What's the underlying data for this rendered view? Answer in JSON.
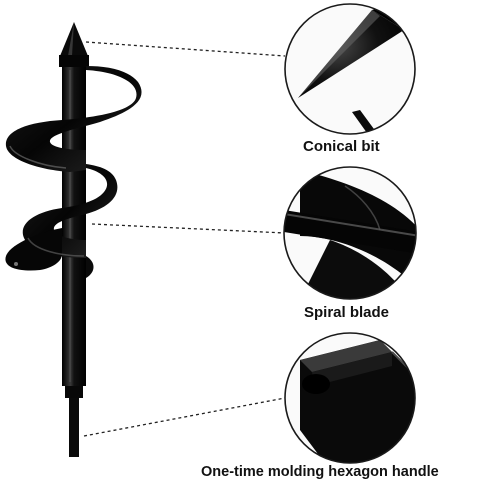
{
  "callouts": [
    {
      "label": "Conical bit"
    },
    {
      "label": "Spiral blade"
    },
    {
      "label": "One-time molding hexagon handle"
    }
  ],
  "colors": {
    "background": "#ffffff",
    "product": "#0b0b0b",
    "highlight": "#6a6a6a",
    "leader_line": "#222222",
    "circle_border": "#1a1a1a",
    "label_text": "#111111"
  }
}
